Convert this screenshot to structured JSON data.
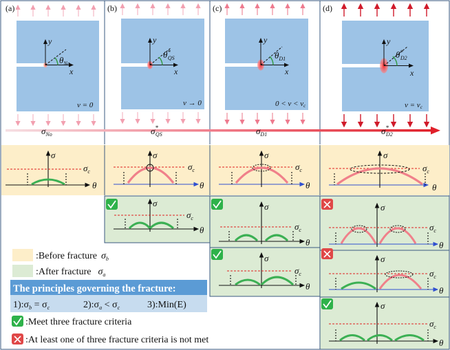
{
  "panels": [
    {
      "letter": "(a)",
      "theta": "θ",
      "theta_sub": "No",
      "theta_star": "",
      "velocity": "v = 0"
    },
    {
      "letter": "(b)",
      "theta": "θ",
      "theta_sub": "QS",
      "theta_star": "*",
      "velocity": "v → 0"
    },
    {
      "letter": "(c)",
      "theta": "θ",
      "theta_sub": "D1",
      "theta_star": "",
      "velocity": "0 < v < v",
      "velocity_sub": "c"
    },
    {
      "letter": "(d)",
      "theta": "θ",
      "theta_sub": "D2",
      "theta_star": "*",
      "velocity": "v = v",
      "velocity_sub": "c"
    }
  ],
  "axes": {
    "x": "x",
    "y": "y",
    "sigma": "σ",
    "theta": "θ",
    "sigma_c": "σ",
    "sigma_c_sub": "c"
  },
  "stress_arrow": {
    "labels": [
      {
        "main": "σ",
        "sub": "No",
        "star": ""
      },
      {
        "main": "σ",
        "sub": "QS",
        "star": "*"
      },
      {
        "main": "σ",
        "sub": "D1",
        "star": ""
      },
      {
        "main": "σ",
        "sub": "D2",
        "star": "*"
      }
    ]
  },
  "legend": {
    "before": ":Before fracture",
    "before_sym": "σ",
    "before_sub": "b",
    "after": ":After fracture",
    "after_sym": "σ",
    "after_sub": "a",
    "principles_title": "The principles governing the fracture:",
    "principle_1": "1):σ",
    "principle_1b": " = σ",
    "principle_1_sub1": "b",
    "principle_1_sub2": "c",
    "principle_2": "2):σ",
    "principle_2b": " < σ",
    "principle_2_sub1": "a",
    "principle_2_sub2": "c",
    "principle_3": "3):Min(E)",
    "meet": ":Meet three fracture criteria",
    "notmet": ":At least one of three fracture criteria is not met"
  },
  "colors": {
    "plate": "#9dc3e6",
    "before_bg": "#fdeec9",
    "after_bg": "#dcebd4",
    "principles_bg": "#5b9bd5",
    "check": "#2eb24a",
    "cross": "#e04848",
    "dashed_red": "#e02020",
    "axis_blue": "#3050d0"
  }
}
